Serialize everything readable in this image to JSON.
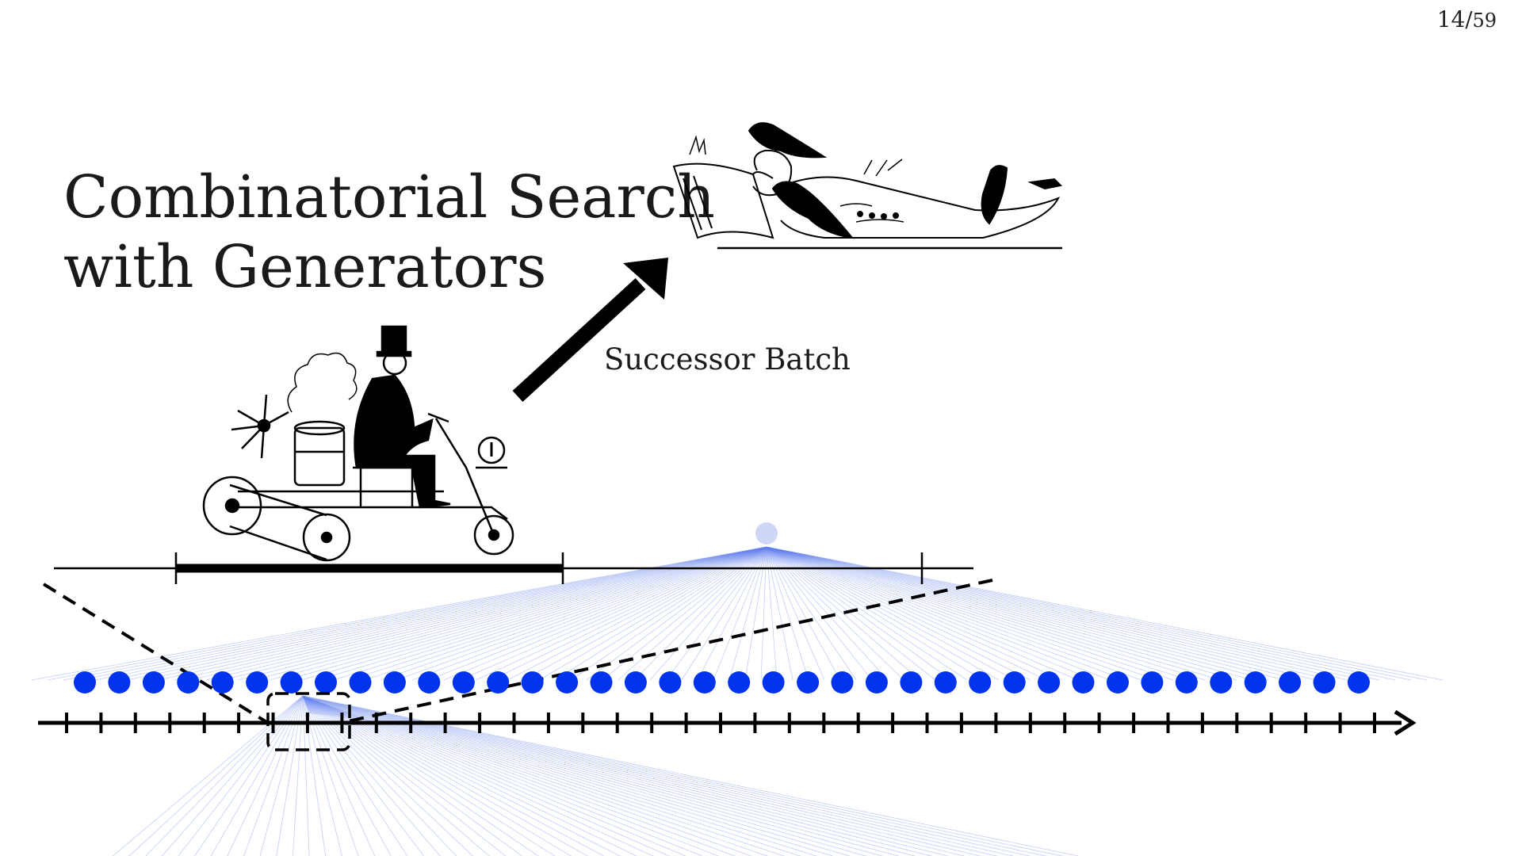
{
  "slide": {
    "title_line1": "Combinatorial Search",
    "title_line2": "with Generators",
    "page_current": "14",
    "page_separator": "/",
    "page_total": "59"
  },
  "diagram": {
    "arrow_label": "Successor Batch",
    "successor_count": 38,
    "tick_count": 39,
    "colors": {
      "node": "#0033ee",
      "root_node": "#c9d3f5",
      "fan_line": "#8fa5ef",
      "ink": "#000000"
    },
    "illustrations": [
      "steam-tricycle-illustration",
      "reclining-reader-illustration"
    ],
    "icons": [
      "up-right-arrow-icon",
      "axis-arrowhead-icon"
    ]
  }
}
